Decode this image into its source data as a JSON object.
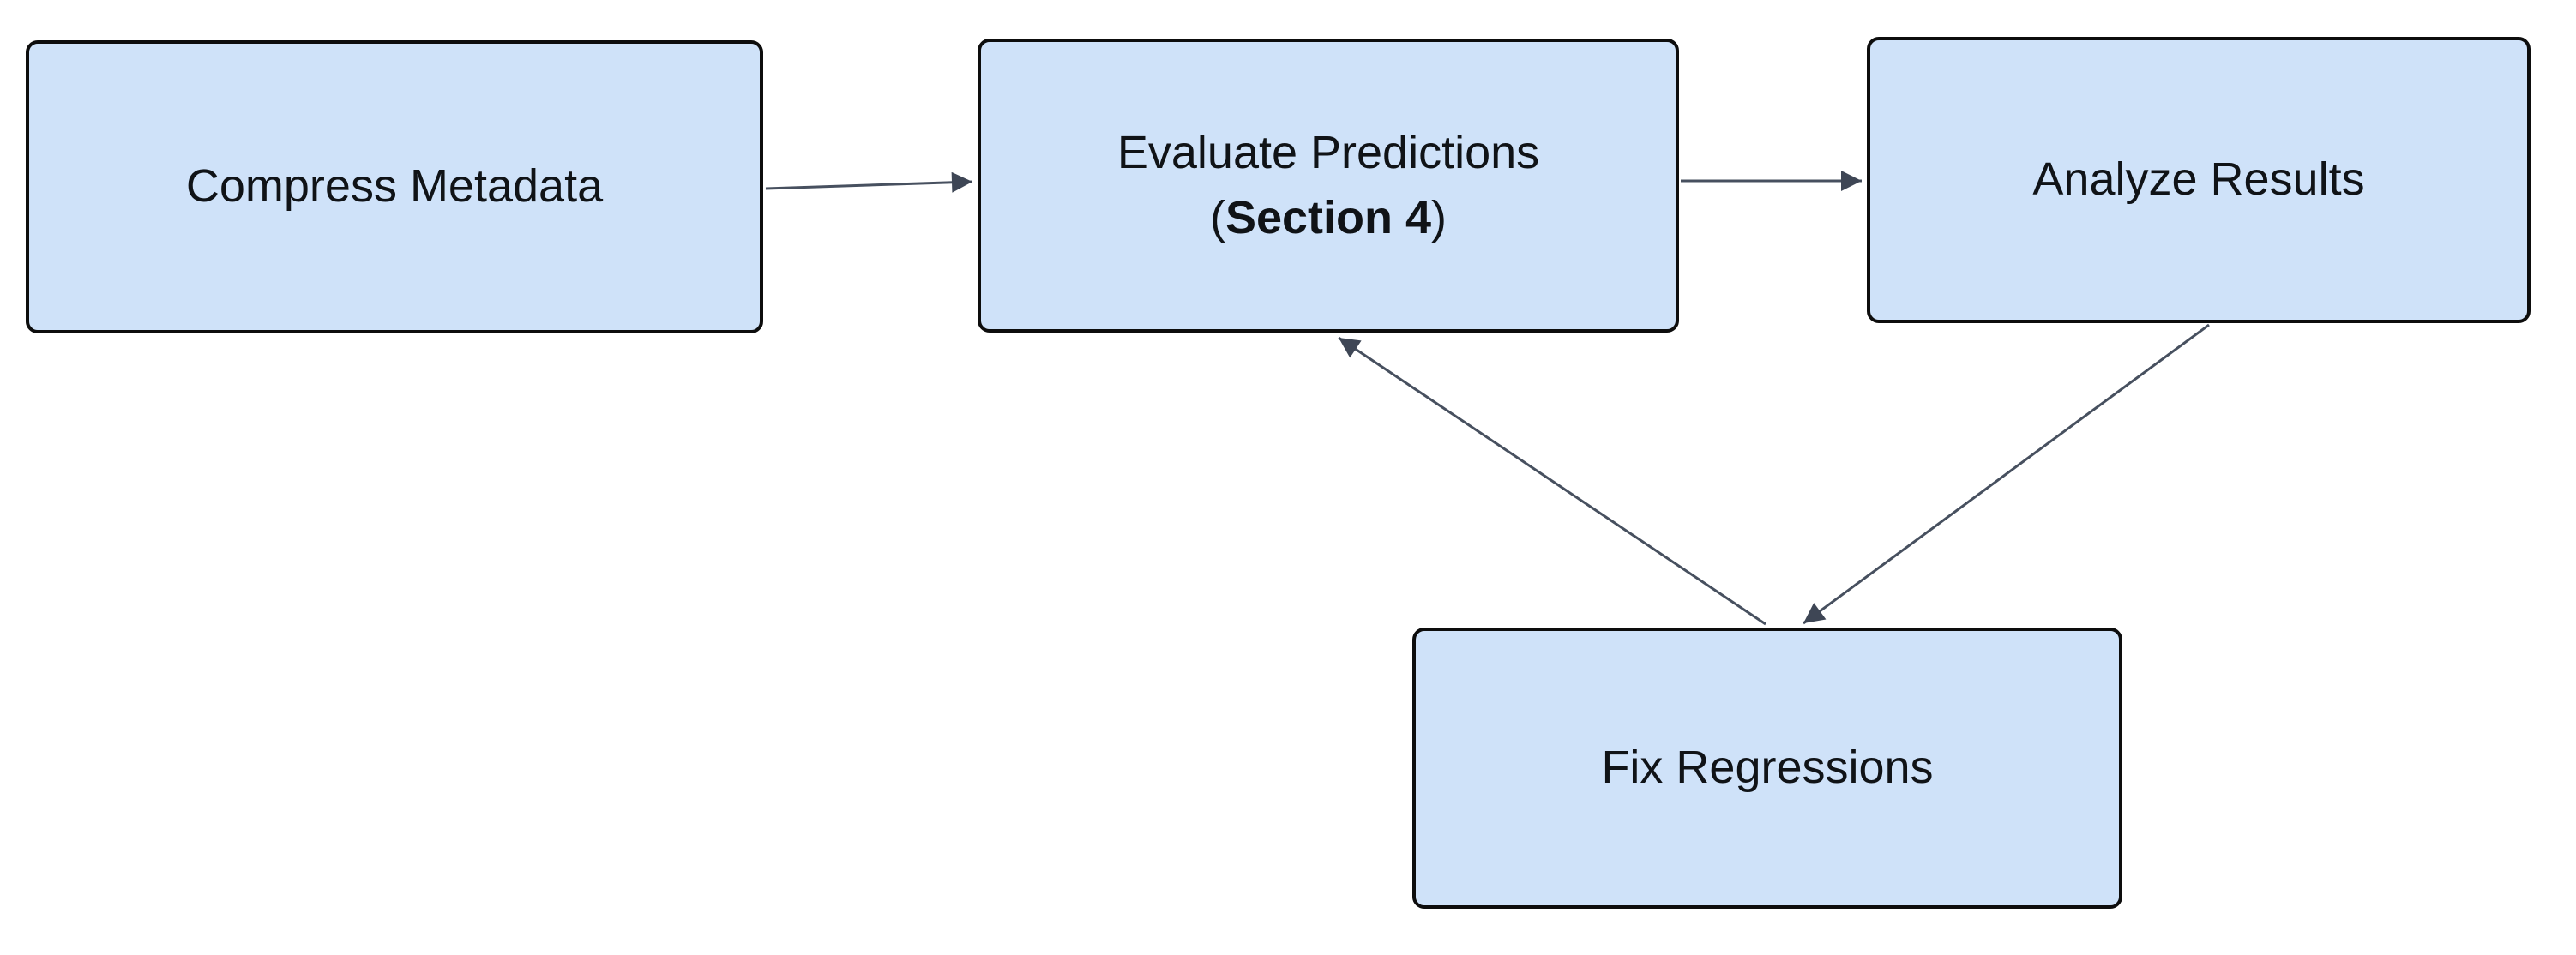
{
  "diagram": {
    "type": "flowchart",
    "background_color": "#ffffff"
  },
  "colors": {
    "node_fill": "#cfe2f9",
    "node_border": "#0d0d0d",
    "edge_color": "#47505f",
    "arrowhead_color": "#3e4655",
    "text_color": "#101317"
  },
  "nodes": {
    "compress": {
      "label": "Compress Metadata"
    },
    "evaluate": {
      "line1": "Evaluate Predictions",
      "open_paren": "(",
      "bold_text": "Section 4",
      "close_paren": ")"
    },
    "analyze": {
      "label": "Analyze Results"
    },
    "fix": {
      "label": "Fix Regressions"
    }
  },
  "edges": [
    {
      "id": "compress-to-evaluate",
      "from": "Compress Metadata",
      "to": "Evaluate Predictions (Section 4)"
    },
    {
      "id": "evaluate-to-analyze",
      "from": "Evaluate Predictions (Section 4)",
      "to": "Analyze Results"
    },
    {
      "id": "analyze-to-fix",
      "from": "Analyze Results",
      "to": "Fix Regressions"
    },
    {
      "id": "fix-to-evaluate",
      "from": "Fix Regressions",
      "to": "Evaluate Predictions (Section 4)"
    }
  ]
}
